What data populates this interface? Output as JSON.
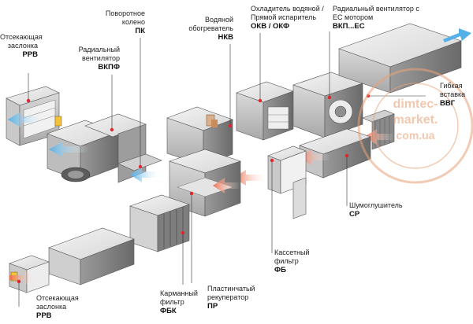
{
  "components": [
    {
      "id": "rrv_top",
      "text": "Отсекающая\nзаслонка",
      "code": "РРВ"
    },
    {
      "id": "vkpf",
      "text": "Радиальный\nвентилятор",
      "code": "ВКПФ"
    },
    {
      "id": "pk",
      "text": "Поворотное\nколено",
      "code": "ПК"
    },
    {
      "id": "nkv",
      "text": "Водяной\nобогреватель",
      "code": "НКВ"
    },
    {
      "id": "okv",
      "text": "Охладитель водяной /\nПрямой испаритель",
      "code": "ОКВ / ОКФ"
    },
    {
      "id": "vkp_ec",
      "text": "Радиальный вентилятор с\nЕС мотором",
      "code": "ВКП...ЕС"
    },
    {
      "id": "vvg",
      "text": "Гибкая\nвставка",
      "code": "ВВГ"
    },
    {
      "id": "sr",
      "text": "Шумоглушитель",
      "code": "СР"
    },
    {
      "id": "fb",
      "text": "Кассетный\nфильтр",
      "code": "ФБ"
    },
    {
      "id": "pr",
      "text": "Пластинчатый\nрекуператор",
      "code": "ПР"
    },
    {
      "id": "fbk",
      "text": "Карманный\nфильтр",
      "code": "ФБК"
    },
    {
      "id": "rrv_bottom",
      "text": "Отсекающая\nзаслонка",
      "code": "РРВ"
    }
  ],
  "stamp": {
    "line1": "dimtec-",
    "line2": "market.",
    "line3": "com.ua"
  },
  "colors": {
    "box_light": "#e6e6e6",
    "box_mid": "#b9b9b9",
    "box_dark": "#6b6b6b",
    "arrow_blue": "#6ab7e6",
    "arrow_red": "#ef7d5c",
    "marker": "#e0262a",
    "stamp": "#e9a27a"
  }
}
